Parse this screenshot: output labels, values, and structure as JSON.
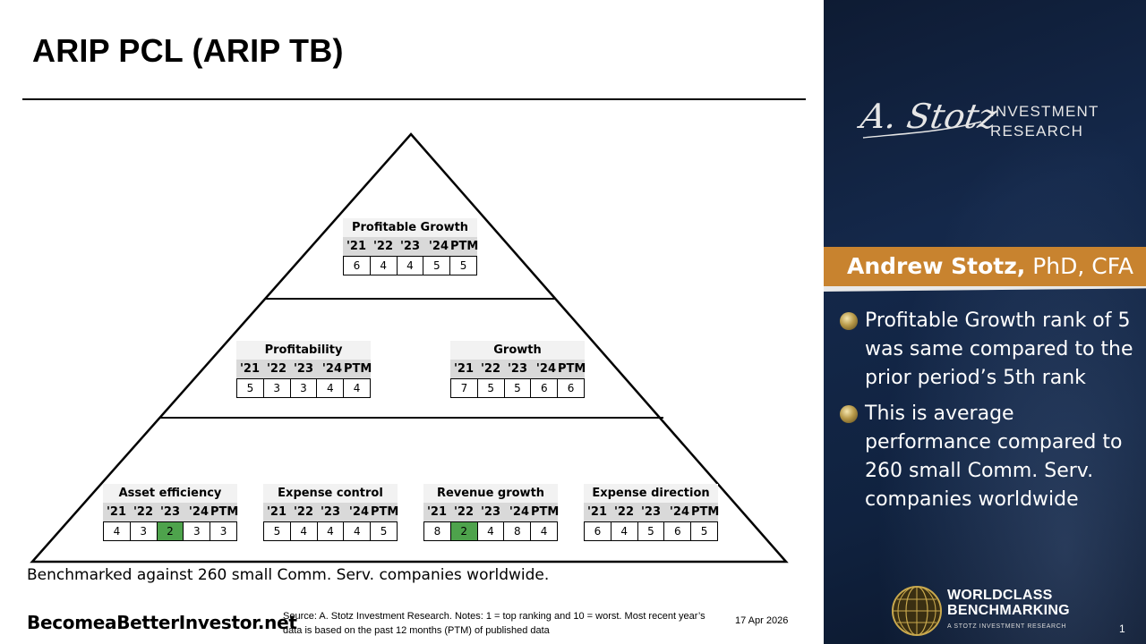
{
  "title": "ARIP PCL (ARIP TB)",
  "year_headers": [
    "'21",
    "'22",
    "'23",
    "'24",
    "PTM"
  ],
  "tables": {
    "profitable_growth": {
      "label": "Profitable Growth",
      "values": [
        "6",
        "4",
        "4",
        "5",
        "5"
      ]
    },
    "profitability": {
      "label": "Profitability",
      "values": [
        "5",
        "3",
        "3",
        "4",
        "4"
      ]
    },
    "growth": {
      "label": "Growth",
      "values": [
        "7",
        "5",
        "5",
        "6",
        "6"
      ]
    },
    "asset_efficiency": {
      "label": "Asset efficiency",
      "values": [
        "4",
        "3",
        "2",
        "3",
        "3"
      ],
      "highlight_index": 2
    },
    "expense_control": {
      "label": "Expense control",
      "values": [
        "5",
        "4",
        "4",
        "4",
        "5"
      ]
    },
    "revenue_growth": {
      "label": "Revenue growth",
      "values": [
        "8",
        "2",
        "4",
        "8",
        "4"
      ],
      "highlight_index": 1
    },
    "expense_direction": {
      "label": "Expense direction",
      "values": [
        "6",
        "4",
        "5",
        "6",
        "5"
      ]
    }
  },
  "highlight_color": "#4ea34c",
  "benchmark_text": "Benchmarked against 260 small Comm. Serv. companies worldwide.",
  "footer": {
    "site": "BecomeaBetterInvestor.net",
    "source": "Source: A. Stotz Investment Research. Notes: 1 = top ranking and 10 = worst. Most recent year’s data is based on the past 12 months (PTM) of published data",
    "date": "17 Apr 2026",
    "page": "1"
  },
  "panel": {
    "logo_script": "A. Stotz",
    "logo_line1": "INVESTMENT",
    "logo_line2": "RESEARCH",
    "name_bold": "Andrew Stotz,",
    "name_suffix": " PhD, CFA",
    "bullets": [
      "Profitable Growth rank of 5 was same compared to the prior period’s 5th rank",
      "This is average performance compared to 260 small Comm. Serv. companies worldwide"
    ],
    "wcb_line1": "WORLDCLASS",
    "wcb_line2": "BENCHMARKING",
    "wcb_sub": "A STOTZ INVESTMENT RESEARCH",
    "band_color": "#c8832f",
    "panel_color": "#14284a"
  }
}
